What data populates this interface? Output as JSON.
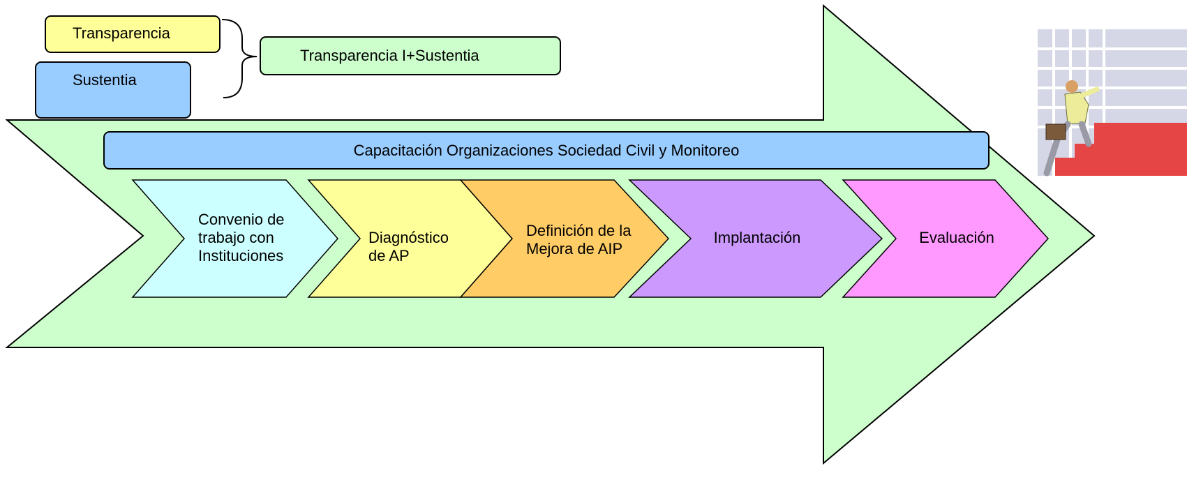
{
  "legend": {
    "transparencia": {
      "label": "Transparencia",
      "color": "#ffff99"
    },
    "sustentia": {
      "label": "Sustentia",
      "color": "#99ccff"
    },
    "combined": {
      "label": "Transparencia I+Sustentia",
      "color": "#ccffcc"
    }
  },
  "banner": {
    "label": "Capacitación Organizaciones Sociedad Civil y Monitoreo",
    "color": "#99ccff"
  },
  "main_arrow_color": "#ccffcc",
  "steps": [
    {
      "label": "Convenio de\ntrabajo con\nInstituciones",
      "color": "#ccffff"
    },
    {
      "label": "Diagnóstico\nde AP",
      "color": "#ffff99"
    },
    {
      "label": "Definición de la\nMejora de AIP",
      "color": "#ffcc66"
    },
    {
      "label": "Implantación",
      "color": "#cc99ff"
    },
    {
      "label": "Evaluación",
      "color": "#ff99ff"
    }
  ],
  "clipart": {
    "icon": "businessman-climbing-stairs-icon"
  }
}
